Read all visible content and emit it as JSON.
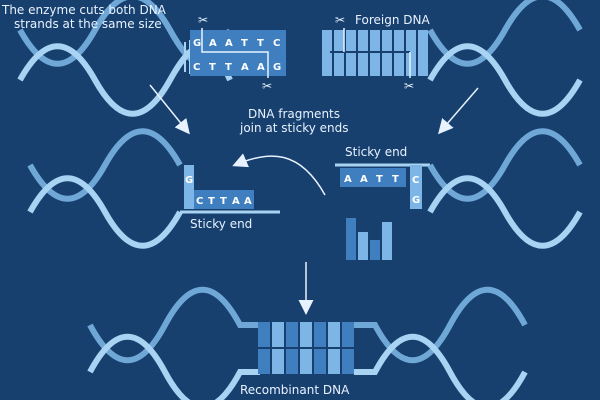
{
  "labels": {
    "enzyme_line1": "The enzyme cuts both DNA",
    "enzyme_line2": "strands at the same size",
    "foreign_dna": "Foreign DNA",
    "fragments_line1": "DNA fragments",
    "fragments_line2": "join at sticky ends",
    "sticky_end_left": "Sticky end",
    "sticky_end_right": "Sticky end",
    "recombinant": "Recombinant DNA"
  },
  "bases": {
    "top_block_upper": [
      "G",
      "A",
      "A",
      "T",
      "T",
      "C"
    ],
    "top_block_lower": [
      "C",
      "T",
      "T",
      "A",
      "A",
      "G"
    ],
    "left_fragment_g": "G",
    "left_fragment_lower": [
      "C",
      "T",
      "T",
      "A",
      "A"
    ],
    "right_fragment_upper": [
      "A",
      "A",
      "T",
      "T"
    ],
    "right_fragment_c": "C",
    "right_fragment_g": "G"
  },
  "colors": {
    "background": "#17406f",
    "strand": "#a9d3f2",
    "strand_dark": "#6fa8d6",
    "text": "#e8f2ff",
    "block": "#3f7fbf",
    "block_light": "#7db6e6"
  }
}
